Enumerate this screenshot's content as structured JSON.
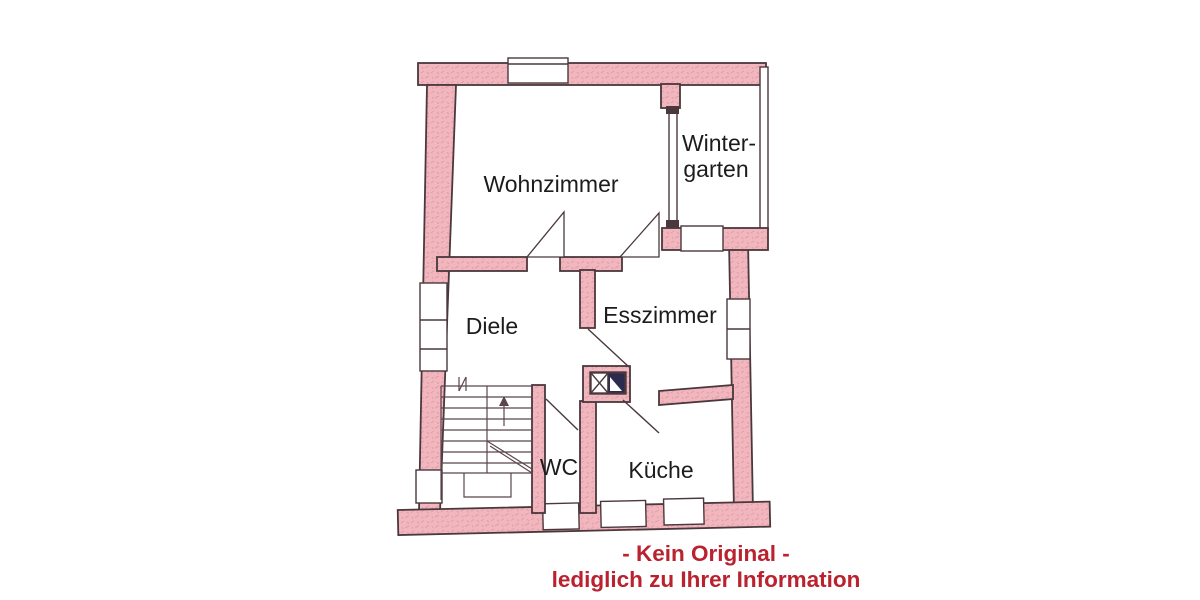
{
  "rooms": {
    "wohnzimmer": {
      "label": "Wohnzimmer"
    },
    "wintergarten": {
      "label_line1": "Winter-",
      "label_line2": "garten"
    },
    "diele": {
      "label": "Diele"
    },
    "esszimmer": {
      "label": "Esszimmer"
    },
    "wc": {
      "label": "WC"
    },
    "kueche": {
      "label": "Küche"
    }
  },
  "disclaimer": {
    "line1": "- Kein Original -",
    "line2": "lediglich zu Ihrer Information"
  },
  "colors": {
    "background": "#ffffff",
    "wall_fill": "#f2b7be",
    "wall_texture": "#d98e9a",
    "wall_outline": "#4a383c",
    "stair_line": "#5a464c",
    "label_text": "#1c1c1c",
    "disclaimer_text": "#b9222e",
    "chimney_dark": "#2d2a50"
  },
  "icons": {
    "chimney_cross": "shaft-cross-icon",
    "chimney_flue": "flue-dark-icon",
    "stair_arrow": "stair-direction-up-arrow"
  }
}
